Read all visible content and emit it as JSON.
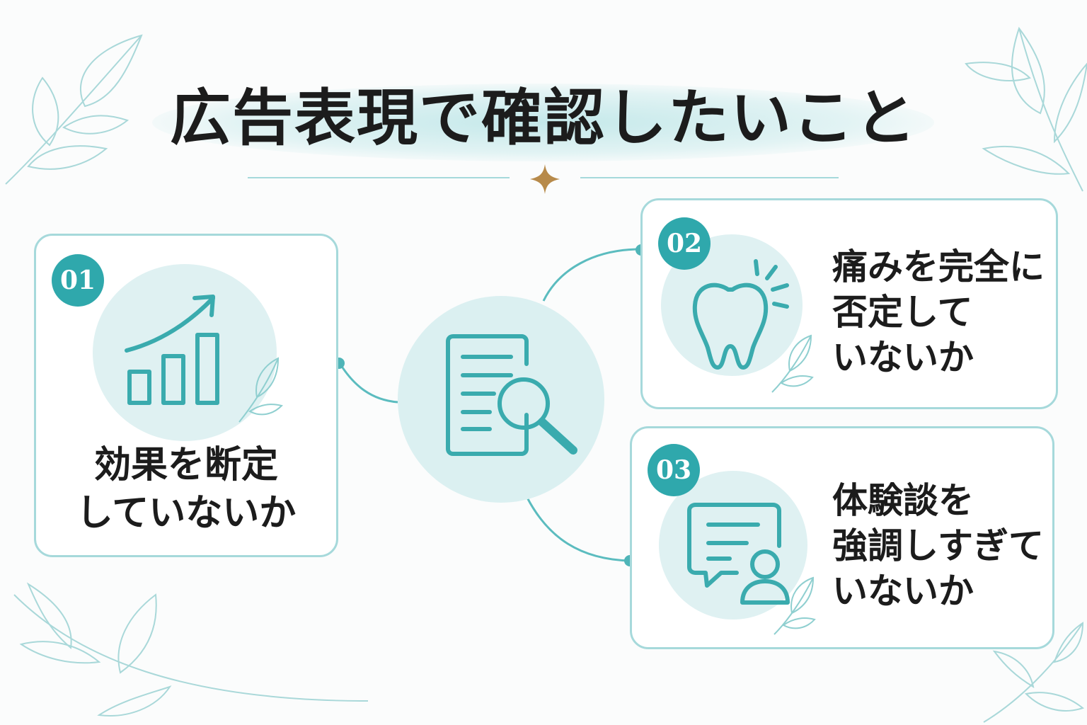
{
  "title": "広告表現で確認したいこと",
  "accent_color": "#2fa8ac",
  "line_color": "#5bbcbf",
  "sparkle_color": "#b78a4a",
  "center_icon": "document-search-icon",
  "items": [
    {
      "number": "01",
      "text": "効果を断定\nしていないか",
      "icon": "rising-bar-chart-icon"
    },
    {
      "number": "02",
      "text": "痛みを完全に\n否定して\nいないか",
      "icon": "aching-tooth-icon"
    },
    {
      "number": "03",
      "text": "体験談を\n強調しすぎて\nいないか",
      "icon": "chat-testimonial-icon"
    }
  ]
}
